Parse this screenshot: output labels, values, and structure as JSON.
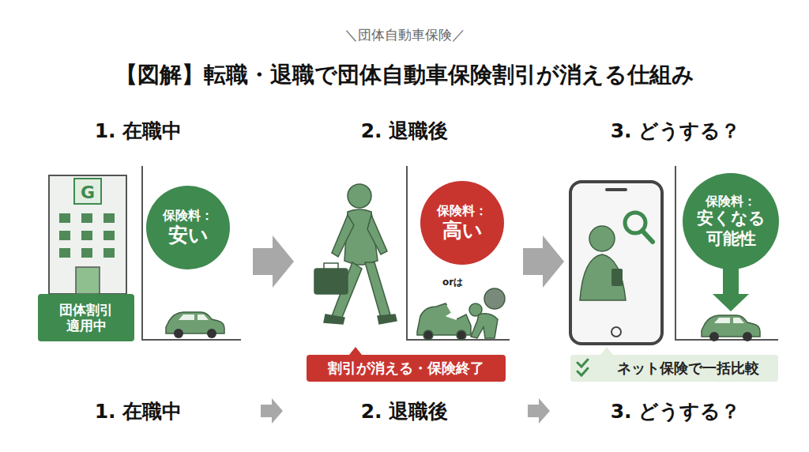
{
  "diagram": {
    "title": "【図解】転職・退職で団体自動車保険割引が消える仕組み",
    "nodes": [
      {
        "text": [
          "団体割引 適用中"
        ]
      },
      {
        "text": [
          "保険料：",
          "安い"
        ]
      },
      {
        "text": [
          "保険料：",
          "高い"
        ]
      },
      {
        "text": [
          "割引が消える・保険終了"
        ]
      },
      {
        "text": [
          "保険料：",
          "安くなる 可能性"
        ]
      },
      {
        "text": [
          "ネット保険で一括比較"
        ]
      }
    ],
    "labels": [
      "＼団体自動車保険／",
      "1. 在職中",
      "2. 退職後",
      "3. どうする？",
      "G",
      "orは",
      "1. 在職中",
      "2. 退職後",
      "3. どうする？"
    ]
  }
}
